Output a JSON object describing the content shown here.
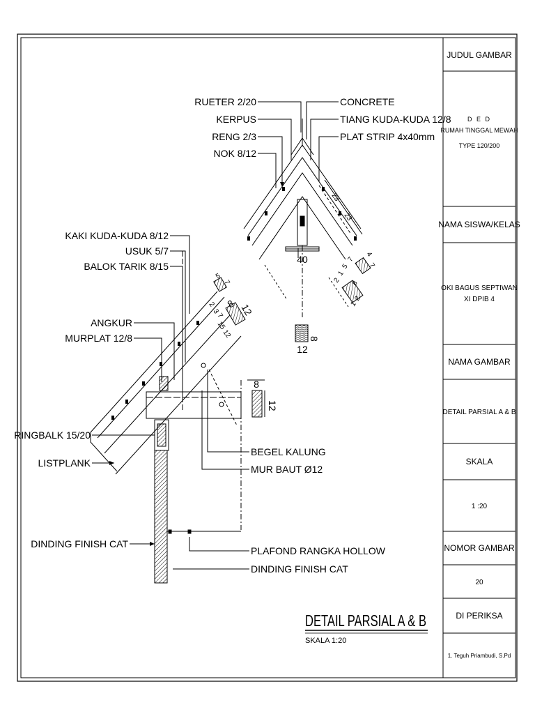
{
  "title_block": {
    "judul_gambar_label": "JUDUL GAMBAR",
    "project_lines": [
      "D E D",
      "RUMAH TINGGAL MEWAH",
      "TYPE 120/200"
    ],
    "nama_siswa_label": "NAMA SISWA/KELAS",
    "nama_siswa_value_lines": [
      "OKI BAGUS SEPTIWAN",
      "XI DPIB 4"
    ],
    "nama_gambar_label": "NAMA GAMBAR",
    "nama_gambar_value": "DETAIL PARSIAL A & B",
    "skala_label": "SKALA",
    "skala_value": "1 :20",
    "nomor_gambar_label": "NOMOR GAMBAR",
    "nomor_gambar_value": "20",
    "diperiksa_label": "DI PERIKSA",
    "diperiksa_value": "1. Teguh Priambudi, S.Pd"
  },
  "drawing": {
    "title": "DETAIL PARSIAL A & B",
    "subtitle": "SKALA 1:20",
    "ridge_labels_left": [
      "RUETER 2/20",
      "KERPUS",
      "RENG 2/3",
      "NOK 8/12"
    ],
    "ridge_labels_right": [
      "CONCRETE",
      "TIANG KUDA-KUDA 12/8",
      "PLAT STRIP 4x40mm"
    ],
    "eave_labels_upper": [
      "KAKI KUDA-KUDA 8/12",
      "USUK 5/7",
      "BALOK TARIK 8/15"
    ],
    "eave_labels_mid": [
      "ANGKUR",
      "MURPLAT 12/8"
    ],
    "eave_labels_lower": [
      "RINGBALK 15/20",
      "LISTPLANK"
    ],
    "eave_labels_right": [
      "BEGEL KALUNG",
      "MUR BAUT Ø12"
    ],
    "wall_label_left": "DINDING FINISH CAT",
    "ceiling_labels_right": [
      "PLAFOND RANGKA HOLLOW",
      "DINDING FINISH CAT"
    ],
    "dimensions": {
      "ridge_plate_width": "40",
      "ridge_post_section": [
        "12",
        "8"
      ],
      "right_purlin_spacing": [
        "23",
        "23"
      ],
      "right_small_section": [
        "4",
        "7"
      ],
      "right_rafter_dims": [
        "2",
        "1",
        "5",
        "7",
        "1",
        "2",
        "8"
      ],
      "eave_section_a": [
        "5",
        "7"
      ],
      "eave_section_b": [
        "8",
        "12"
      ],
      "eave_slope_dims": [
        "2",
        "3",
        "7",
        "15",
        "12"
      ],
      "tie_beam_section": [
        "8",
        "12"
      ]
    }
  }
}
